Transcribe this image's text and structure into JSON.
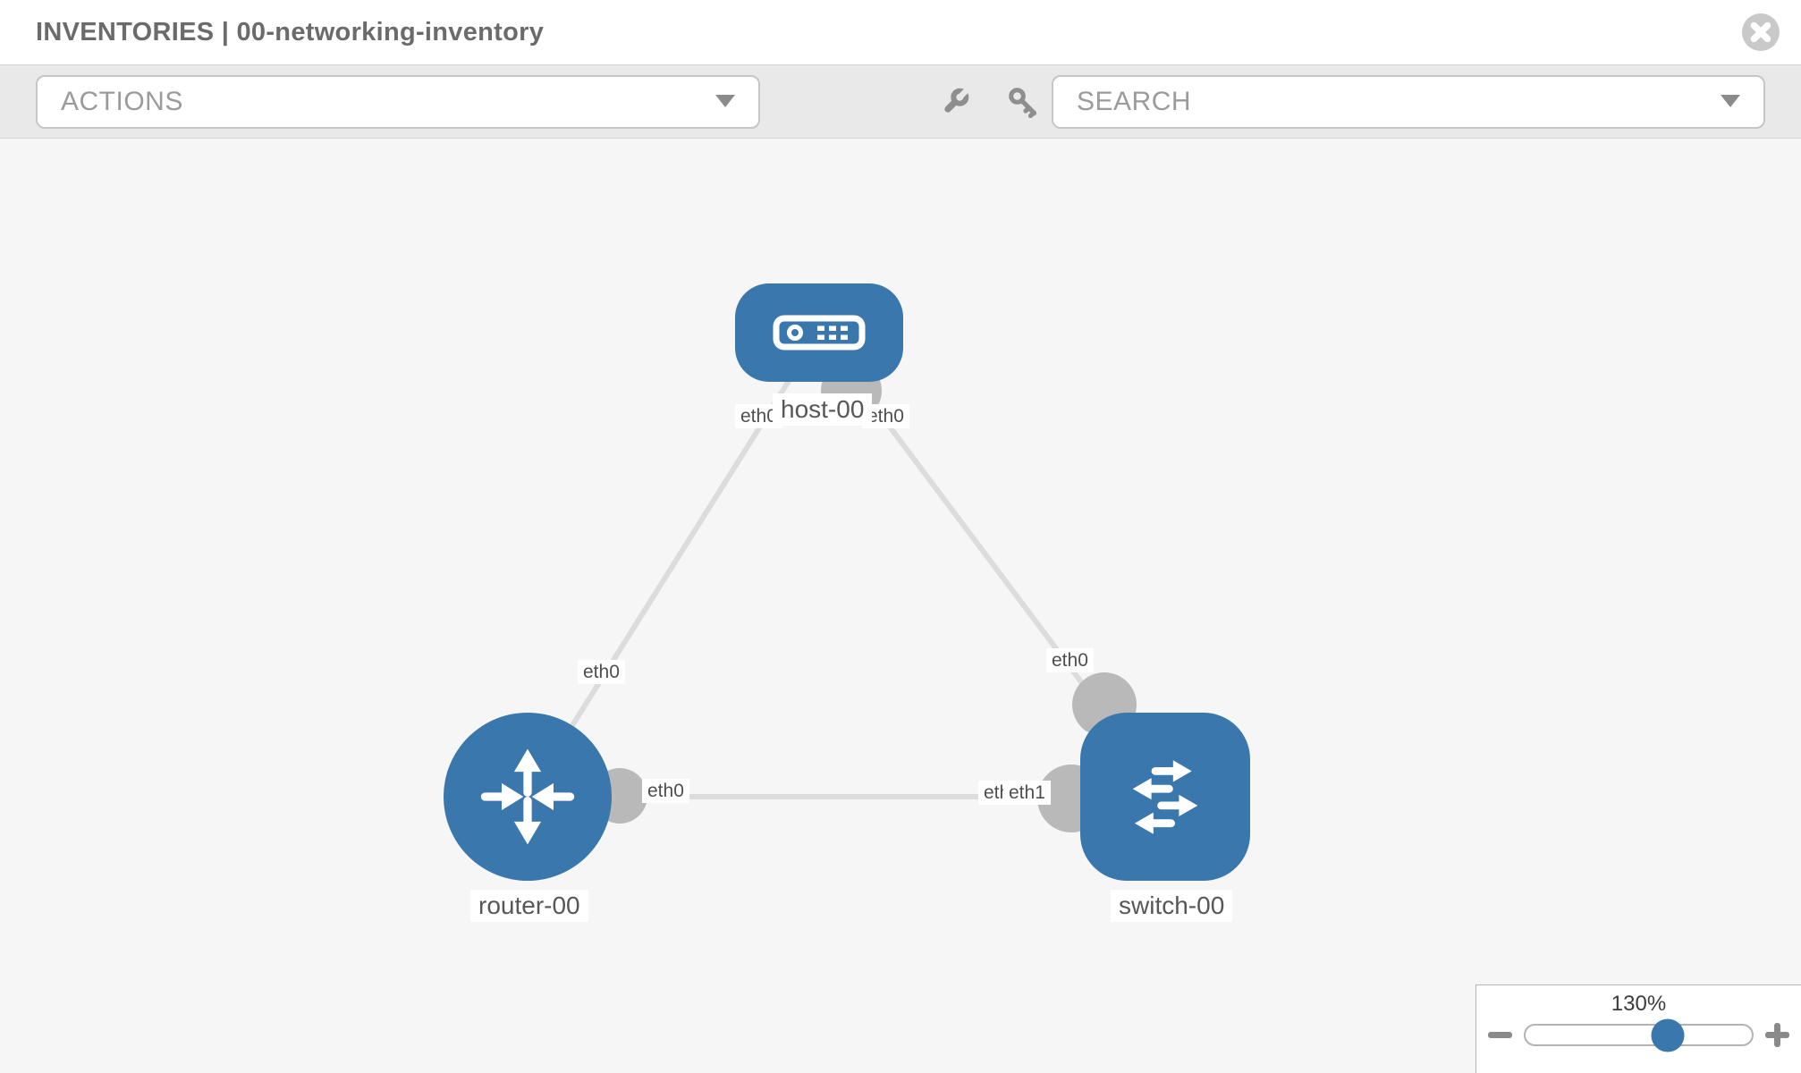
{
  "header": {
    "title": "INVENTORIES | 00-networking-inventory",
    "close_icon": "circle-x-icon"
  },
  "toolbar": {
    "actions_label": "ACTIONS",
    "search_label": "SEARCH",
    "icons": [
      "wrench-icon",
      "key-icon",
      "caret-down-icon"
    ]
  },
  "topology": {
    "nodes": [
      {
        "name": "host-00",
        "type": "host"
      },
      {
        "name": "router-00",
        "type": "router"
      },
      {
        "name": "switch-00",
        "type": "switch"
      }
    ],
    "links": [
      {
        "from": "host-00",
        "from_if": "eth0",
        "to": "router-00",
        "to_if": "eth0"
      },
      {
        "from": "host-00",
        "from_if": "eth0",
        "to": "switch-00",
        "to_if": "eth0"
      },
      {
        "from": "router-00",
        "from_if": "eth0",
        "to": "switch-00",
        "to_if": "eth1",
        "to_if_overlapped": "eth0"
      }
    ]
  },
  "zoom_control": {
    "level": "130%",
    "minus_icon": "minus-icon",
    "plus_icon": "plus-icon"
  }
}
